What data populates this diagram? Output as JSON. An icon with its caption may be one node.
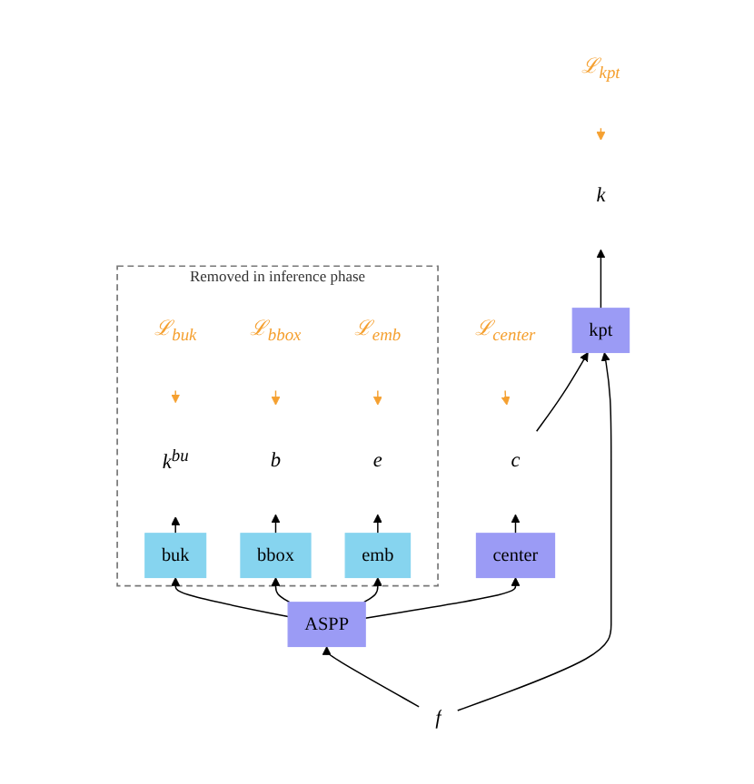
{
  "diagram": {
    "nodes": [
      {
        "text": [
          "ℒ$_{kpt}$"
        ]
      },
      {
        "text": [
          "k"
        ]
      },
      {
        "text": [
          "kpt"
        ]
      },
      {
        "text": [
          "ℒ$_{center}$"
        ]
      },
      {
        "text": [
          "c"
        ]
      },
      {
        "text": [
          "center"
        ]
      },
      {
        "text": [
          "Removed in inference phase"
        ]
      },
      {
        "text": [
          "ℒ$_{buk}$"
        ],
        "in": 6
      },
      {
        "text": [
          "ℒ$_{bbox}$"
        ],
        "in": 6
      },
      {
        "text": [
          "ℒ$_{emb}$"
        ],
        "in": 6
      },
      {
        "text": [
          "k$^{bu}$"
        ],
        "in": 6
      },
      {
        "text": [
          "b"
        ],
        "in": 6
      },
      {
        "text": [
          "e"
        ],
        "in": 6
      },
      {
        "text": [
          "buk"
        ],
        "in": 6
      },
      {
        "text": [
          "bbox"
        ],
        "in": 6
      },
      {
        "text": [
          "emb"
        ],
        "in": 6
      },
      {
        "text": [
          "ASPP"
        ]
      },
      {
        "text": [
          "f"
        ]
      }
    ],
    "edges": [
      {
        "from": 0,
        "to": 1,
        "arrow": "to",
        "color": "#f5a030"
      },
      {
        "from": 2,
        "to": 1,
        "arrow": "to"
      },
      {
        "from": 4,
        "to": 2,
        "arrow": "to"
      },
      {
        "from": 3,
        "to": 4,
        "arrow": "to",
        "color": "#f5a030"
      },
      {
        "from": 5,
        "to": 4,
        "arrow": "to"
      },
      {
        "from": 7,
        "to": 10,
        "arrow": "to",
        "color": "#f5a030"
      },
      {
        "from": 8,
        "to": 11,
        "arrow": "to",
        "color": "#f5a030"
      },
      {
        "from": 9,
        "to": 12,
        "arrow": "to",
        "color": "#f5a030"
      },
      {
        "from": 13,
        "to": 10,
        "arrow": "to"
      },
      {
        "from": 14,
        "to": 11,
        "arrow": "to"
      },
      {
        "from": 15,
        "to": 12,
        "arrow": "to"
      },
      {
        "from": 16,
        "to": 5,
        "arrow": "to"
      },
      {
        "from": 16,
        "to": 13,
        "arrow": "to"
      },
      {
        "from": 16,
        "to": 14,
        "arrow": "to"
      },
      {
        "from": 16,
        "to": 15,
        "arrow": "to"
      },
      {
        "from": 17,
        "to": 16,
        "arrow": "to"
      },
      {
        "from": 17,
        "to": 2,
        "arrow": "to"
      }
    ]
  }
}
